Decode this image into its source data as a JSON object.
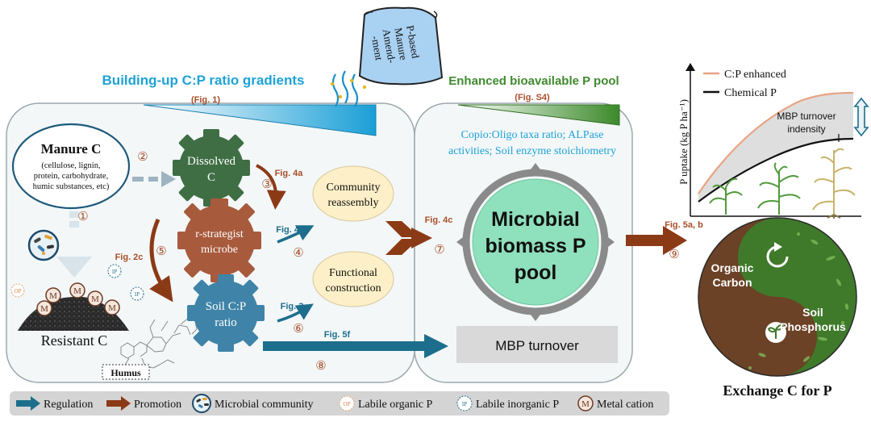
{
  "left_title": {
    "text": "Building-up  C:P ratio gradients",
    "ref": "(Fig. 1)"
  },
  "manure_bag": {
    "lines": [
      "P-based",
      "Manure",
      "Amend-",
      "-ment"
    ]
  },
  "middle_title": {
    "text": "Enhanced bioavailable P pool",
    "ref": "(Fig. S4)"
  },
  "manure_c": {
    "title": "Manure C",
    "lines": [
      "(cellulose, lignin,",
      "protein, carbohydrate,",
      "humic substances, etc)"
    ]
  },
  "gears": {
    "dissolved": [
      "Dissolved",
      "C"
    ],
    "microbe": [
      "r-strategist",
      "microbe"
    ],
    "soil_cp": [
      "Soil C:P",
      "ratio"
    ]
  },
  "steps": {
    "s1": "①",
    "s2": "②",
    "s3": "③",
    "s4": "④",
    "s5": "⑤",
    "s6": "⑥",
    "s7": "⑦",
    "s8": "⑧",
    "s9": "⑨"
  },
  "fig_refs": {
    "f4a": "Fig. 4a",
    "f4b": "Fig. 4b",
    "f2c": "Fig. 2c",
    "f3": "Fig. 3",
    "f5f": "Fig. 5f",
    "f4c": "Fig. 4c",
    "f5ab": "Fig. 5a, b"
  },
  "community": {
    "reassembly": [
      "Community",
      "reassembly"
    ],
    "functional": [
      "Functional",
      "construction"
    ]
  },
  "resistant": {
    "label": "Resistant C",
    "humus": "Humus",
    "metal": "M",
    "ip": "IP",
    "op": "OP"
  },
  "pool": {
    "info": [
      "Copio:Oligo taxa ratio; ALPase",
      "activities; Soil enzyme stoichiometry"
    ],
    "title": [
      "Microbial",
      "biomass P",
      "pool"
    ],
    "turnover": "MBP turnover"
  },
  "plot": {
    "ylabel": "P uptake (kg P ha⁻¹)",
    "legend": [
      {
        "name": "C:P enhanced",
        "color": "#e8a383"
      },
      {
        "name": "Chemical P",
        "color": "#111111"
      }
    ],
    "annotation": [
      "MBP turnover",
      "indensity"
    ]
  },
  "yin_yang": {
    "organic": [
      "Organic",
      "Carbon"
    ],
    "phosphorus": [
      "Soil",
      "Phosphorus"
    ],
    "caption": "Exchange C for P"
  },
  "legend": {
    "regulation": "Regulation",
    "promotion": "Promotion",
    "microbial": "Microbial community",
    "op_symbol": "OP",
    "labile_organic": "Labile organic P",
    "ip_symbol": "IP",
    "labile_inorganic": "Labile inorganic P",
    "m_symbol": "M",
    "metal": "Metal cation"
  },
  "colors": {
    "blue_title": "#1ea2d7",
    "green_title": "#3f8a2e",
    "red_ref": "#a94f2a",
    "gear_green": "#3f6e44",
    "gear_brown": "#a85a3c",
    "gear_blue": "#3f84a8",
    "promotion_arrow": "#8b3a16",
    "regulation_arrow": "#1d6e8c",
    "pool_fill": "#8fe0bc",
    "panel_bg": "#f3f7f8",
    "soil_brown": "#6b4226",
    "soil_green": "#3f7a2a"
  }
}
